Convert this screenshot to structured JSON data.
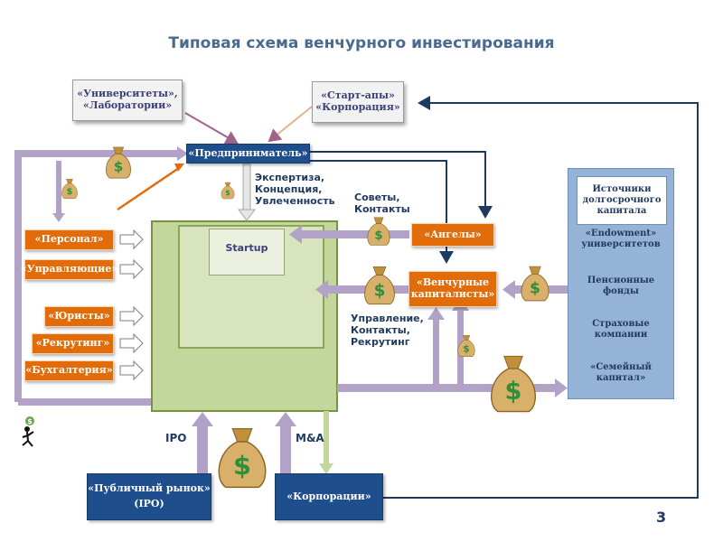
{
  "title": "Типовая схема венчурного инвестирования",
  "page_number": "3",
  "boxes": {
    "universities": [
      "«Университеты»,",
      "«Лаборатории»"
    ],
    "startups": [
      "«Старт-апы»",
      "«Корпорация»"
    ],
    "entrepreneur": "«Предприниматель»",
    "angels": "«Ангелы»",
    "vc": [
      "«Венчурные",
      "капиталисты»"
    ],
    "public_market": [
      "«Публичный рынок»",
      "(IPO)"
    ],
    "corporations": "«Корпорации»",
    "startup_inner": "Startup"
  },
  "left_boxes": [
    "«Персонал»",
    "«Управляющие»",
    "«Юристы»",
    "«Рекрутинг»",
    "«Бухгалтерия»"
  ],
  "labels": {
    "expertise": [
      "Экспертиза,",
      "Концепция,",
      "Увлеченность"
    ],
    "advice": [
      "Советы,",
      "Контакты"
    ],
    "management": [
      "Управление,",
      "Контакты,",
      "Рекрутинг"
    ],
    "ipo": "IPO",
    "ma": "M&A"
  },
  "panel": {
    "header": [
      "Источники",
      "долгосрочного",
      "капитала"
    ],
    "items": [
      [
        "«Endowment»",
        "университетов"
      ],
      [
        "Пенсионные",
        "фонды"
      ],
      [
        "Страховые",
        "компании"
      ],
      [
        "«Семейный",
        "капитал»"
      ]
    ]
  },
  "colors": {
    "title": "#4a6a90",
    "orange": "#e36c0a",
    "navy": "#1f4e8c",
    "green_fill": "#c3d69b",
    "green_border": "#77933c",
    "lavender_arrow": "#b3a2c7",
    "panel": "#95b3d7",
    "money_bag": "#d2a34c"
  },
  "icons": {
    "money_bag": "money-bag-icon",
    "runner": "running-person-with-money-icon"
  }
}
